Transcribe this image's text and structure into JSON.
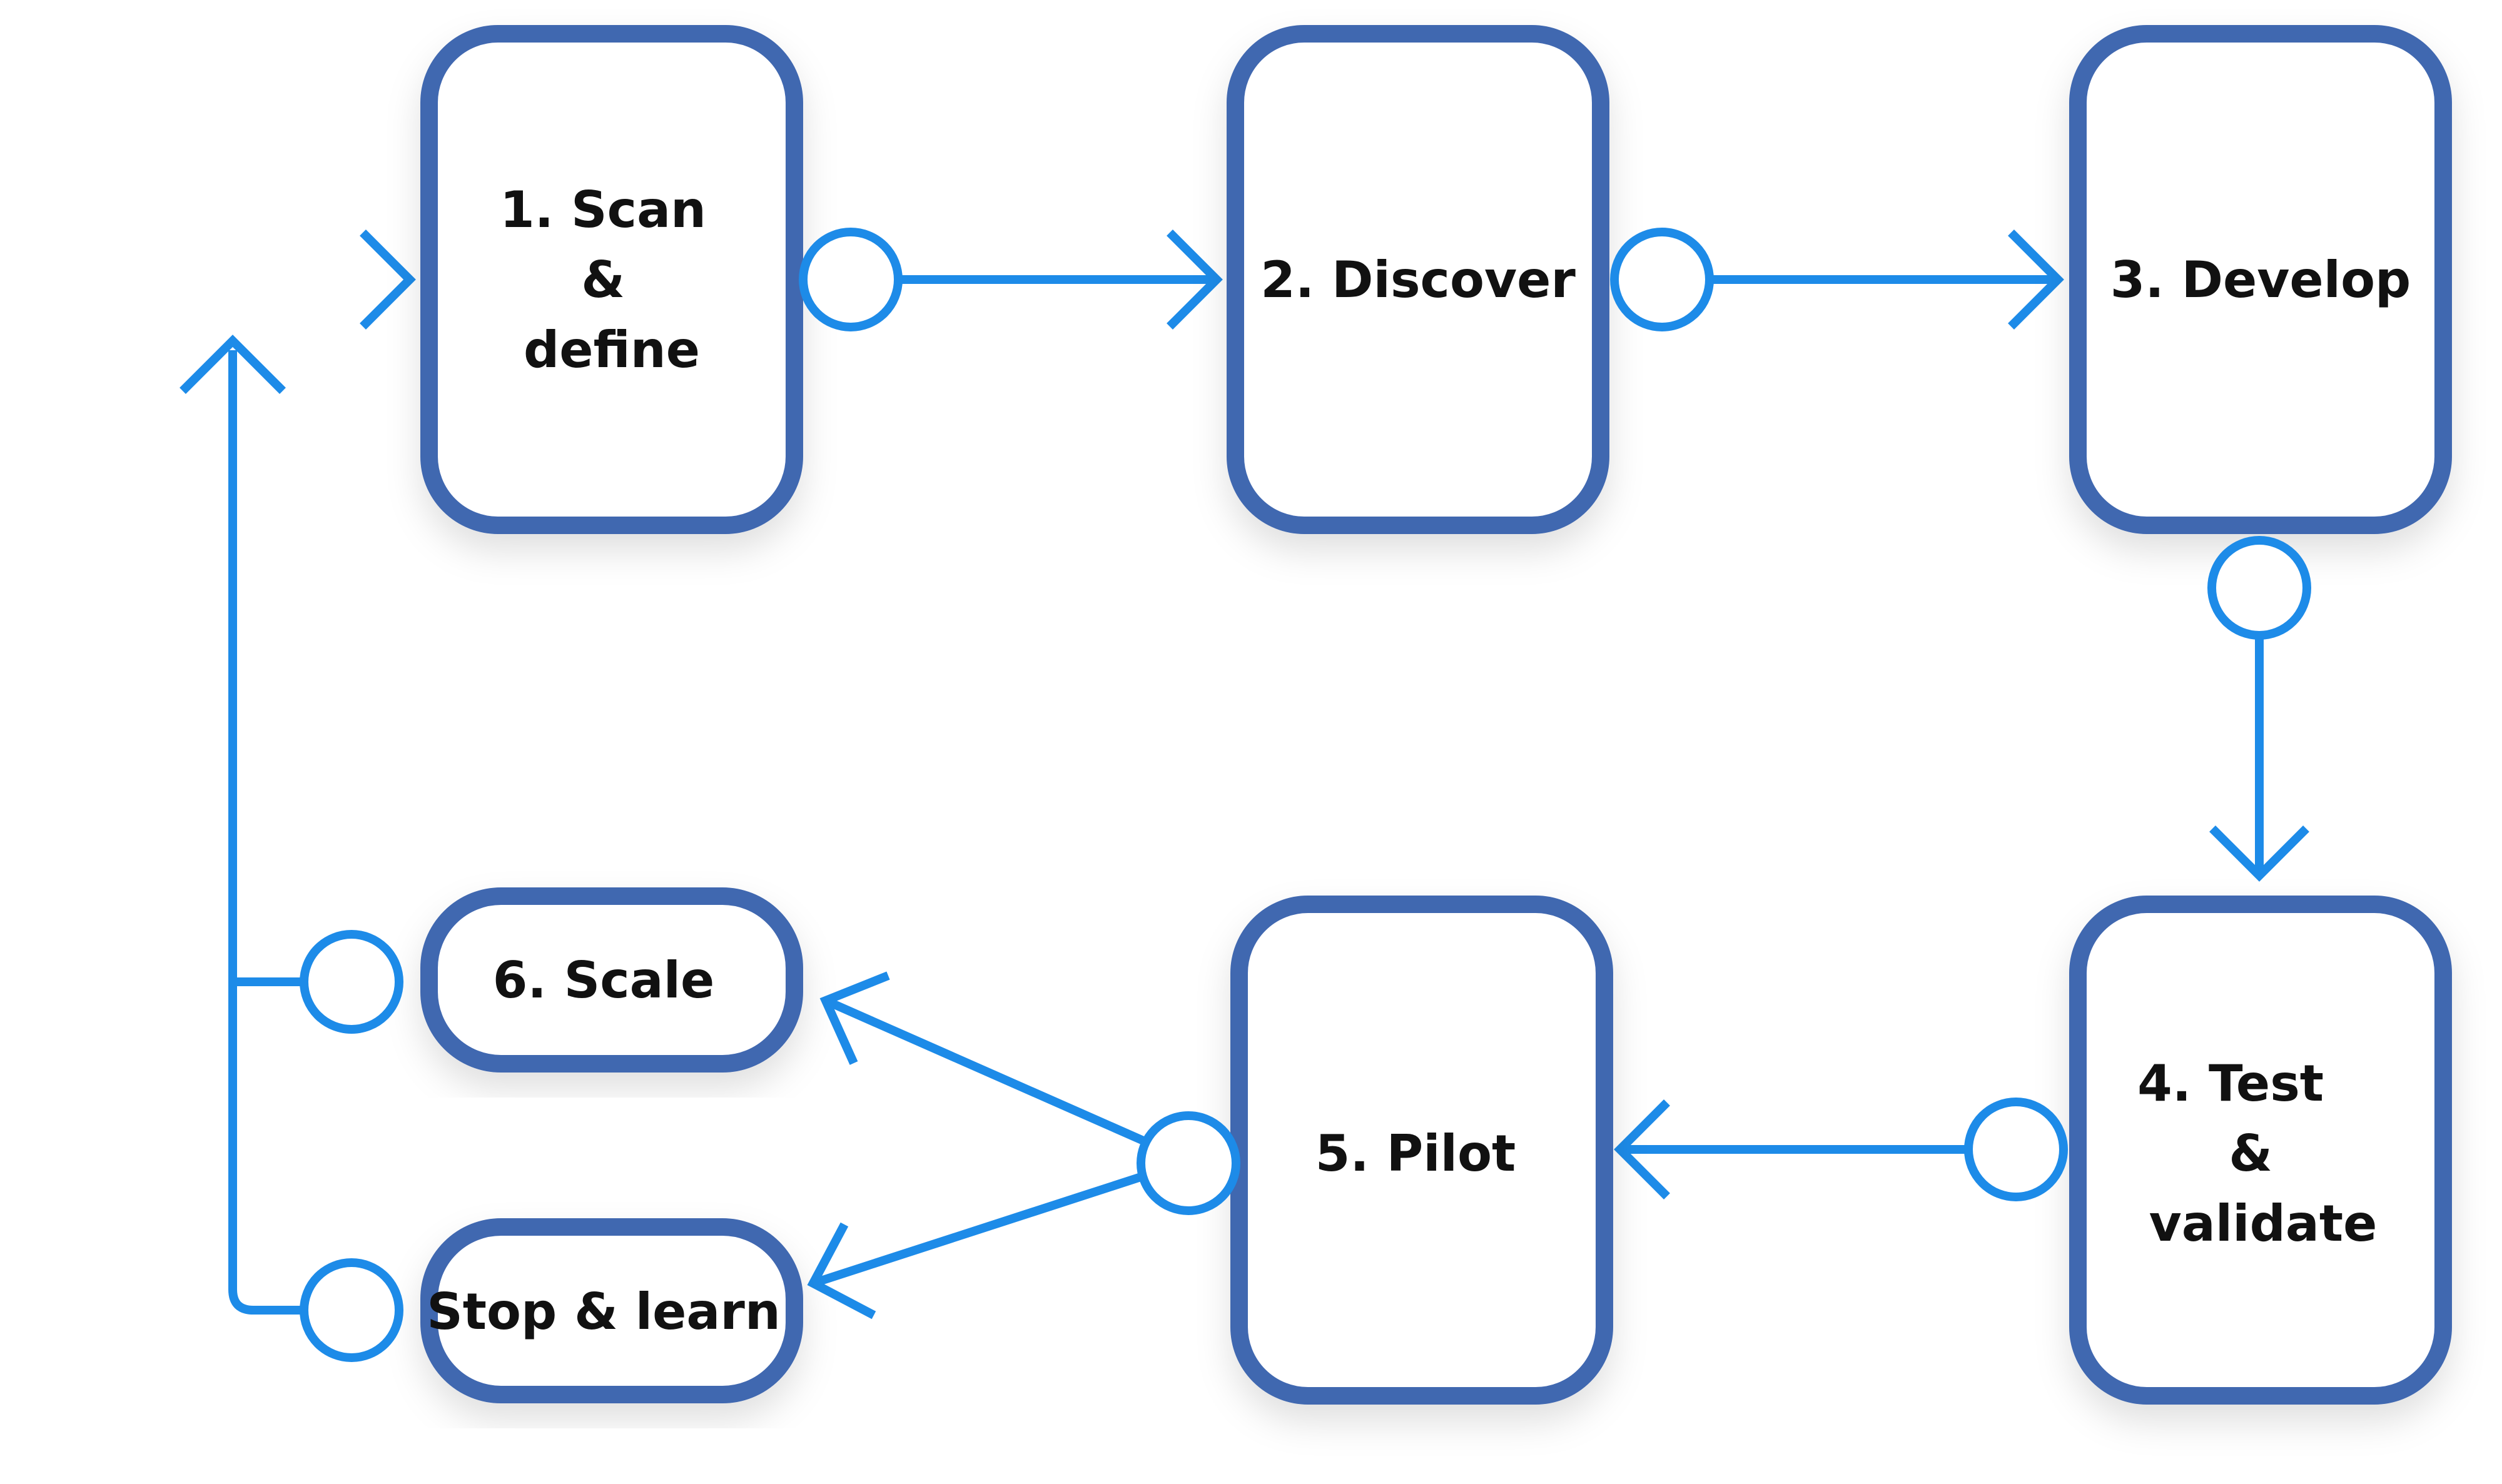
{
  "colors": {
    "node_border": "#4167b0",
    "connector": "#1d8be8",
    "text": "#111111",
    "background": "#ffffff"
  },
  "nodes": {
    "scan_define": [
      "1. Scan",
      "&",
      "define"
    ],
    "discover": [
      "2. Discover"
    ],
    "develop": [
      "3. Develop"
    ],
    "test_validate": [
      "4. Test",
      "&",
      "validate"
    ],
    "pilot": [
      "5. Pilot"
    ],
    "scale": [
      "6. Scale"
    ],
    "stop_learn": [
      "Stop & learn"
    ]
  }
}
